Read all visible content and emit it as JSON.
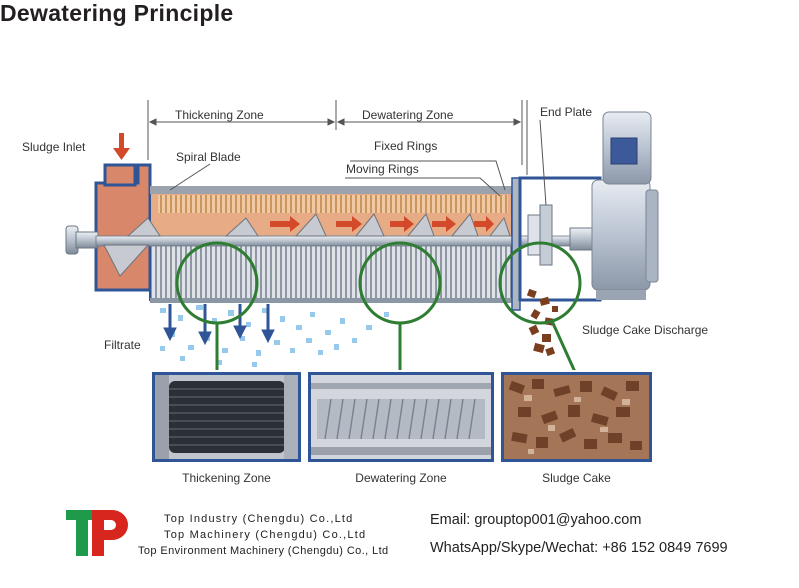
{
  "title": "Dewatering Principle",
  "diagram": {
    "zones": {
      "thickening": "Thickening Zone",
      "dewatering": "Dewatering Zone"
    },
    "labels": {
      "end_plate": "End Plate",
      "sludge_inlet": "Sludge Inlet",
      "spiral_blade": "Spiral Blade",
      "fixed_rings": "Fixed Rings",
      "moving_rings": "Moving Rings",
      "filtrate": "Filtrate",
      "sludge_cake_discharge": "Sludge Cake Discharge"
    },
    "colors": {
      "frame_blue": "#2f5597",
      "sludge": "#d9876b",
      "callout_green": "#2e7d32",
      "arrow_red": "#d24a2a"
    }
  },
  "photos": {
    "captions": [
      "Thickening Zone",
      "Dewatering Zone",
      "Sludge Cake"
    ]
  },
  "footer": {
    "logo_icon": "tp-logo-icon",
    "companies": [
      "Top Industry (Chengdu) Co.,Ltd",
      "Top Machinery (Chengdu) Co.,Ltd",
      "Top Environment Machinery (Chengdu) Co., Ltd"
    ],
    "email": "Email: grouptop001@yahoo.com",
    "whatsapp": "WhatsApp/Skype/Wechat: +86 152 0849 7699"
  }
}
